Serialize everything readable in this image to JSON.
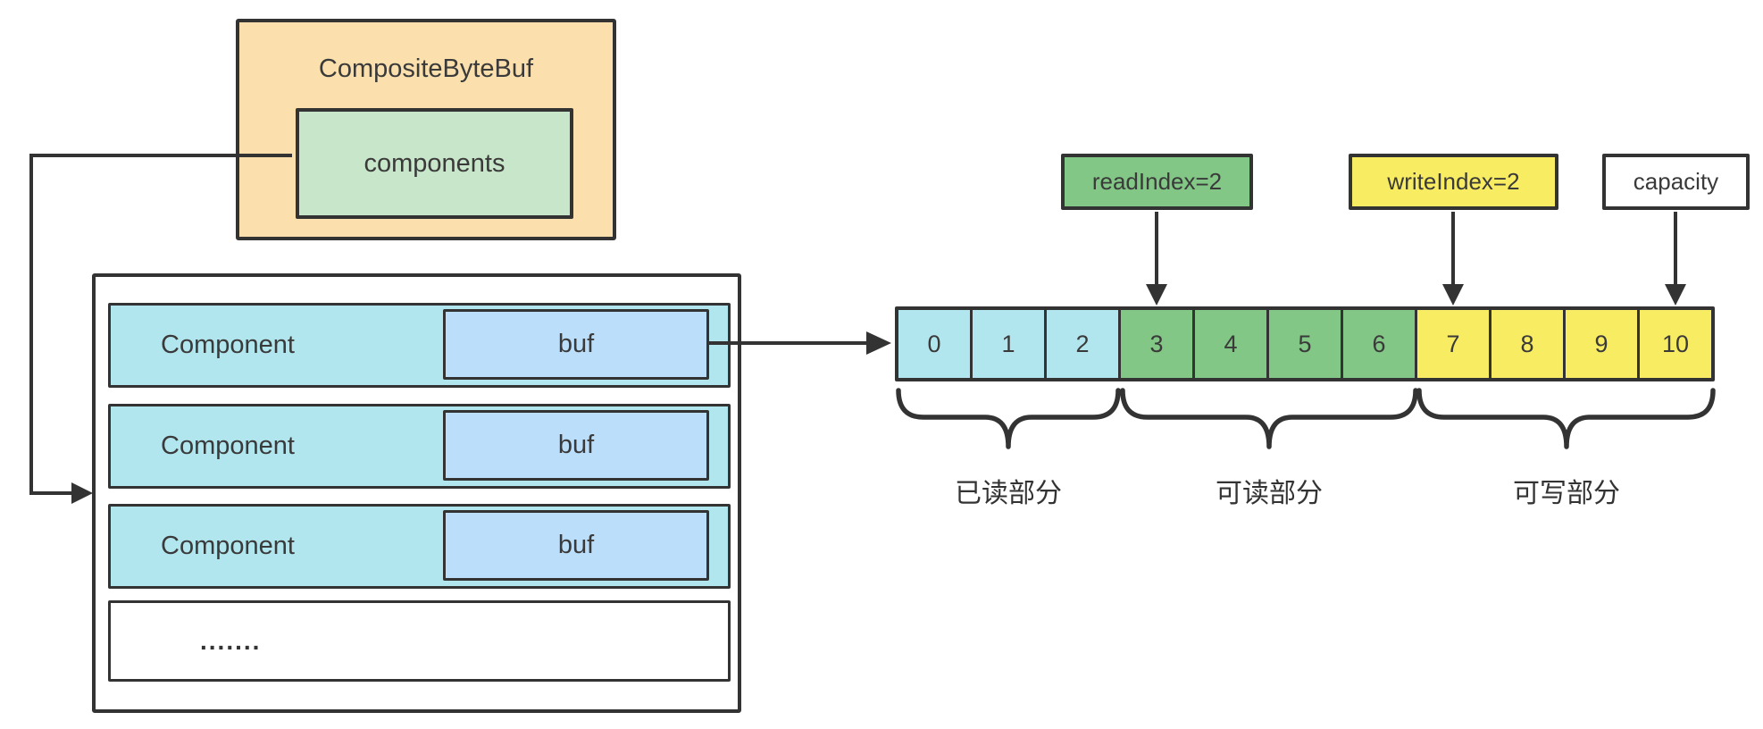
{
  "diagram": {
    "composite": {
      "title": "CompositeByteBuf",
      "components_label": "components"
    },
    "component_list": {
      "rows": [
        {
          "label": "Component",
          "buf_label": "buf"
        },
        {
          "label": "Component",
          "buf_label": "buf"
        },
        {
          "label": "Component",
          "buf_label": "buf"
        }
      ],
      "ellipsis": "......."
    },
    "pointers": [
      {
        "id": "readIndex",
        "label": "readIndex=2",
        "color": "#82c785",
        "points_to_cell": "3"
      },
      {
        "id": "writeIndex",
        "label": "writeIndex=2",
        "color": "#f8ec62",
        "points_to_cell": "7"
      },
      {
        "id": "capacity",
        "label": "capacity",
        "color": "#ffffff",
        "points_to_cell": "10"
      }
    ],
    "buffer": {
      "cells": [
        "0",
        "1",
        "2",
        "3",
        "4",
        "5",
        "6",
        "7",
        "8",
        "9",
        "10"
      ],
      "segments": [
        {
          "label": "已读部分",
          "cells": "0-2",
          "color": "#b2e6ef"
        },
        {
          "label": "可读部分",
          "cells": "3-6",
          "color": "#82c785"
        },
        {
          "label": "可写部分",
          "cells": "7-10",
          "color": "#f8ec62"
        }
      ]
    },
    "colors": {
      "composite_fill": "#fbe0ad",
      "components_fill": "#c8e6c9",
      "component_row_fill": "#b2e6ef",
      "buf_fill": "#bbdefb",
      "line": "#333333"
    }
  }
}
